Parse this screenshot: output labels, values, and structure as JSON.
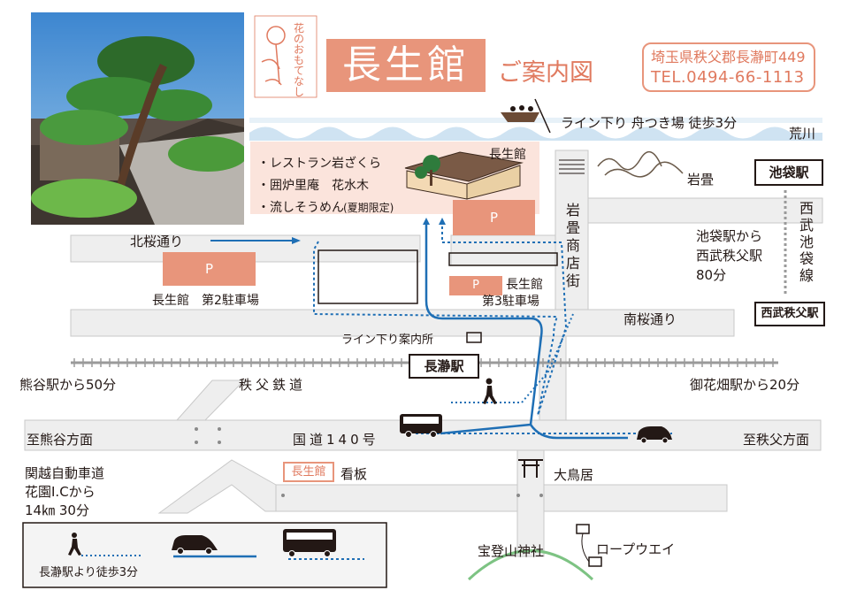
{
  "header": {
    "title": "長生館",
    "subtitle": "ご案内図",
    "logo_text": "花のおもてなし",
    "address": "埼玉県秩父郡長瀞町449",
    "tel": "TEL.0494-66-1113"
  },
  "river": {
    "name": "荒川",
    "boat_landing": "ライン下り 舟つき場 徒歩3分"
  },
  "facilities": {
    "items": [
      "・レストラン岩ざくら",
      "・囲炉里庵　花水木",
      "・流しそうめん",
      "(夏期限定)"
    ],
    "building_label": "長生館"
  },
  "parking": {
    "symbol": "P",
    "second_lot": "長生館　第2駐車場",
    "third_lot_line1": "長生館",
    "third_lot_line2": "第3駐車場"
  },
  "roads": {
    "kitasakura": "北桜通り",
    "minamisakura": "南桜通り",
    "iwadatami_shotengai": "岩畳商店街",
    "route140": "国道140号",
    "railway": "秩父鉄道",
    "to_kumagaya": "至熊谷方面",
    "to_chichibu": "至秩父方面"
  },
  "places": {
    "iwadatami": "岩畳",
    "line_info": "ライン下り案内所",
    "station": "長瀞駅",
    "kumagaya_time": "熊谷駅から50分",
    "ohanabatake_time": "御花畑駅から20分",
    "torii": "大鳥居",
    "shrine": "宝登山神社",
    "ropeway": "ロープウエイ",
    "sign_name": "長生館",
    "sign_suffix": "看板"
  },
  "seibu": {
    "ikebukuro": "池袋駅",
    "chichibu": "西武秩父駅",
    "line_name": "西武池袋線",
    "note_line1": "池袋駅から",
    "note_line2": "西武秩父駅",
    "note_line3": "80分"
  },
  "highway": {
    "line1": "関越自動車道",
    "line2": "花園I.Cから",
    "line3": "14㎞ 30分"
  },
  "legend": {
    "walk_note": "長瀞駅より徒歩3分"
  },
  "colors": {
    "accent": "#e8957b",
    "text_accent": "#e07a5f",
    "road": "#eeeeee",
    "road_edge": "#c8c8c8",
    "route_blue": "#1f6fb5",
    "river": "#cfe3f2",
    "facility_bg": "#fbe4dc",
    "mountain_path": "#7dc383"
  }
}
